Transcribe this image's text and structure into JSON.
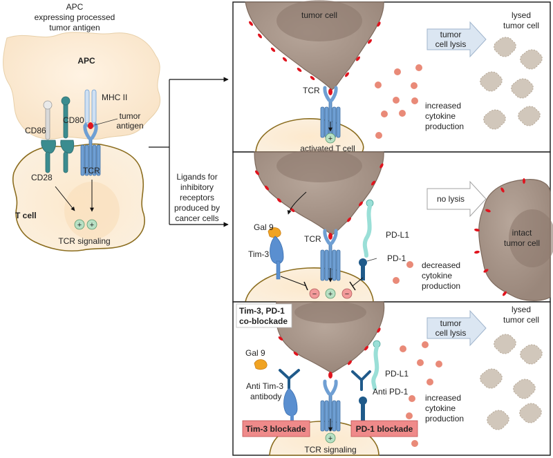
{
  "left": {
    "apc_caption": [
      "APC",
      "expressing processed",
      "tumor antigen"
    ],
    "apc_label": "APC",
    "cd86": "CD86",
    "cd80": "CD80",
    "mhc2": "MHC II",
    "tumor_antigen": [
      "tumor",
      "antigen"
    ],
    "cd28": "CD28",
    "tcr": "TCR",
    "tcell": "T cell",
    "tcr_signaling": "TCR signaling"
  },
  "middle": {
    "ligands_text": [
      "Ligands for",
      "inhibitory",
      "receptors",
      "produced by",
      "cancer cells"
    ]
  },
  "panel1": {
    "tumor_cell": "tumor cell",
    "lysis_arrow": [
      "tumor",
      "cell lysis"
    ],
    "lysed": [
      "lysed",
      "tumor cell"
    ],
    "tcr": "TCR",
    "cytokine": [
      "increased",
      "cytokine",
      "production"
    ],
    "activated": "activated T cell"
  },
  "panel2": {
    "no_lysis": "no lysis",
    "intact": [
      "intact",
      "tumor cell"
    ],
    "gal9": "Gal 9",
    "tim3": "Tim-3",
    "tcr": "TCR",
    "pdl1": "PD-L1",
    "pd1": "PD-1",
    "cytokine": [
      "decreased",
      "cytokine",
      "production"
    ]
  },
  "panel3": {
    "header": [
      "Tim-3, PD-1",
      "co-blockade"
    ],
    "lysis_arrow": [
      "tumor",
      "cell lysis"
    ],
    "lysed": [
      "lysed",
      "tumor cell"
    ],
    "gal9": "Gal 9",
    "anti_tim3": [
      "Anti Tim-3",
      "antibody"
    ],
    "pdl1": "PD-L1",
    "anti_pd1": "Anti PD-1",
    "cytokine": [
      "increased",
      "cytokine",
      "production"
    ],
    "tim3_blockade": "Tim-3 blockade",
    "pd1_blockade": "PD-1 blockade",
    "tcr_signaling": "TCR signaling"
  },
  "signs": {
    "plus": "+",
    "minus": "−"
  },
  "colors": {
    "apc_fill": "#fbe8cf",
    "tumor_fill": "#a8958a",
    "tumor_nucleus": "#8e7a6e",
    "membrane": "#8b6d1f",
    "tcr_blue": "#6f9fd3",
    "teal": "#3b8c8f",
    "dark_blue": "#1f5a8a",
    "red_mark": "#e0141e",
    "cytokine": "#e98a78",
    "lysed_fill": "#d1c7bb",
    "arrow_fill": "#dbe6f2",
    "blockade_fill": "#ef8a8a",
    "plus_fill": "#b8e0c4",
    "minus_fill": "#f29a9a"
  }
}
